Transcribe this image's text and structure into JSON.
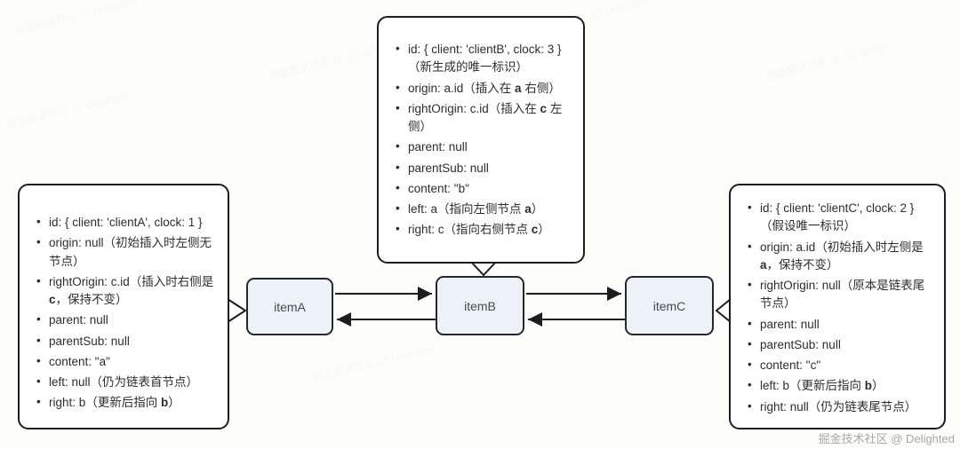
{
  "diagram": {
    "nodes": [
      {
        "label": "itemA"
      },
      {
        "label": "itemB"
      },
      {
        "label": "itemC"
      }
    ],
    "callouts": {
      "top": {
        "items": [
          "id: { client: 'clientB', clock: 3 }（新生成的唯一标识）",
          "origin: a.id（插入在 **a** 右侧）",
          "rightOrigin: c.id（插入在 **c** 左侧）",
          "parent: null",
          "parentSub: null",
          "content: \"b\"",
          "left: a（指向左侧节点 **a**）",
          "right: c（指向右侧节点 **c**）"
        ]
      },
      "left": {
        "items": [
          "id: { client: 'clientA', clock: 1 }",
          "origin: null（初始插入时左侧无节点）",
          "rightOrigin: c.id（插入时右侧是 **c**，保持不变）",
          "parent: null",
          "parentSub: null",
          "content: \"a\"",
          "left: null（仍为链表首节点）",
          "right: b（更新后指向 **b**）"
        ]
      },
      "right": {
        "items": [
          "id: { client: 'clientC', clock: 2 }（假设唯一标识）",
          "origin: a.id（初始插入时左侧是 **a**，保持不变）",
          "rightOrigin: null（原本是链表尾节点）",
          "parent: null",
          "parentSub: null",
          "content: \"c\"",
          "left: b（更新后指向 **b**）",
          "right: null（仍为链表尾节点）"
        ]
      }
    }
  },
  "watermark": {
    "credit": "掘金技术社区 @ Delighted"
  },
  "colors": {
    "node_fill": "#edf1f8",
    "line": "#1d1d1f",
    "text": "#2d2d2d",
    "watermark": "#a8a8a8"
  }
}
